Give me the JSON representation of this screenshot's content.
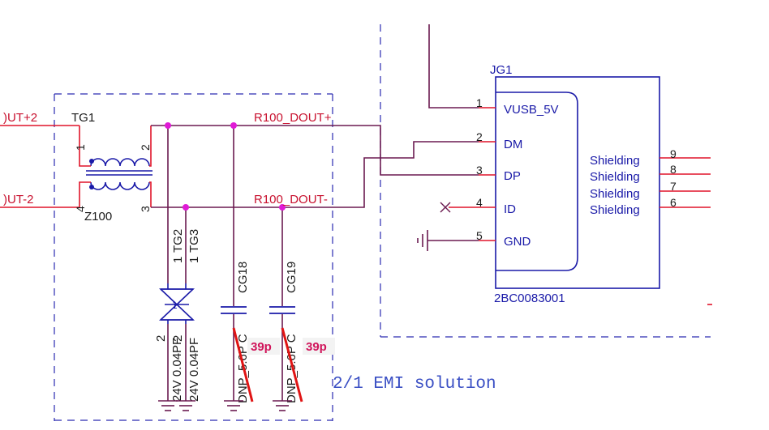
{
  "colors": {
    "wire": "#6b1a50",
    "pin": "#e0142a",
    "component": "#1a1aa8",
    "junction": "#e01ad6",
    "border_dash": "#2a2ab0",
    "note": "#d0145a",
    "note_bg": "#f3f3f3",
    "strike": "#e01414"
  },
  "nets": {
    "left_top": ")UT+2",
    "left_bottom": ")UT-2",
    "dout_plus": "R100_DOUT+",
    "dout_minus": "R100_DOUT-"
  },
  "transformer": {
    "ref": "TG1",
    "value": "Z100",
    "pins": [
      "1",
      "2",
      "4",
      "3"
    ]
  },
  "tvs": {
    "ref_a": "TG2",
    "ref_b": "TG3",
    "pin_top_a": "1",
    "pin_top_b": "1",
    "pin_bot_a": "2",
    "pin_bot_b": "2",
    "center_pin": "1",
    "value_a": "24V 0.04PF",
    "value_b": "24V 0.04PF"
  },
  "caps": [
    {
      "ref": "CG18",
      "value": "DNP_5.6P C",
      "note": "39p"
    },
    {
      "ref": "CG19",
      "value": "DNP_5.6P C",
      "note": "39p"
    }
  ],
  "connector": {
    "ref": "JG1",
    "part": "2BC0083001",
    "left_pins": [
      {
        "num": "1",
        "name": "VUSB_5V"
      },
      {
        "num": "2",
        "name": "DM"
      },
      {
        "num": "3",
        "name": "DP"
      },
      {
        "num": "4",
        "name": "ID"
      },
      {
        "num": "5",
        "name": "GND"
      }
    ],
    "right_pins": [
      {
        "num": "9",
        "name": "Shielding"
      },
      {
        "num": "8",
        "name": "Shielding"
      },
      {
        "num": "7",
        "name": "Shielding"
      },
      {
        "num": "6",
        "name": "Shielding"
      }
    ]
  },
  "annotation": "2/1 EMI solution"
}
